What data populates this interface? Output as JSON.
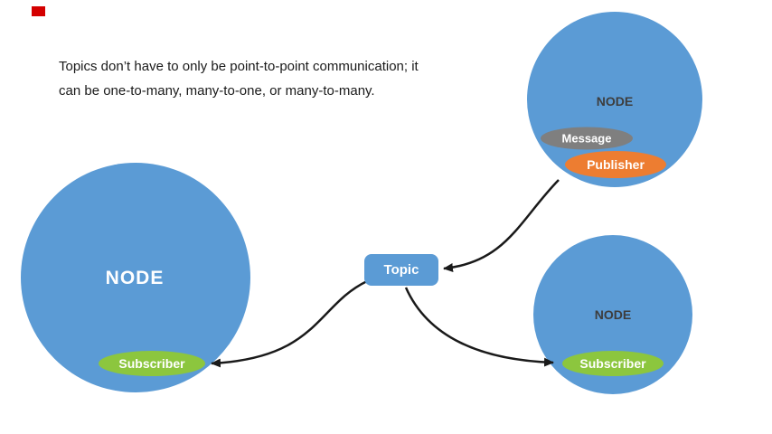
{
  "intro": {
    "line1": "Topics don’t have to only be point-to-point communication; it",
    "line2": "can be one-to-many, many-to-one, or many-to-many."
  },
  "topic": {
    "label": "Topic"
  },
  "nodes": {
    "left": {
      "label": "NODE",
      "subscriber_label": "Subscriber"
    },
    "top_right": {
      "label": "NODE",
      "message_label": "Message",
      "publisher_label": "Publisher"
    },
    "bottom_right": {
      "label": "NODE",
      "subscriber_label": "Subscriber"
    }
  },
  "colors": {
    "node_blue": "#5b9bd5",
    "subscriber_green": "#8cc63e",
    "publisher_orange": "#ed7d31",
    "message_gray": "#7f7f7f",
    "topic_blue": "#5b9bd5",
    "arrow_black": "#1a1a1a",
    "red_marker": "#d40000"
  }
}
